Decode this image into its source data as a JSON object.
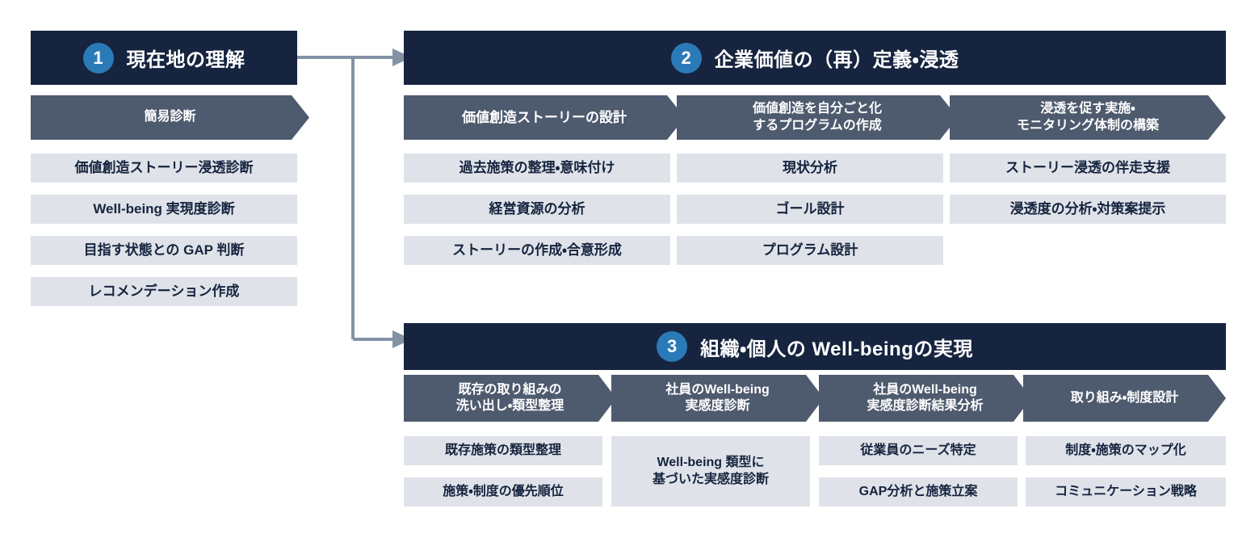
{
  "colors": {
    "header_navy": "#16243f",
    "badge_blue": "#2a7ab8",
    "chevron_slate": "#4e5a6e",
    "chip_light": "#dfe3e9",
    "chip_text": "#16243f",
    "connector_gray": "#8492a6",
    "background": "#ffffff"
  },
  "sections": [
    {
      "number": "1",
      "title": "現在地の理解",
      "columns": [
        {
          "chevron": "簡易診断",
          "items": [
            "価値創造ストーリー浸透診断",
            "Well-being 実現度診断",
            "目指す状態との GAP 判断",
            "レコメンデーション作成"
          ]
        }
      ]
    },
    {
      "number": "2",
      "title": "企業価値の（再）定義・浸透",
      "columns": [
        {
          "chevron": "価値創造ストーリーの設計",
          "items": [
            "過去施策の整理・意味付け",
            "経営資源の分析",
            "ストーリーの作成・合意形成"
          ]
        },
        {
          "chevron": "価値創造を自分ごと化\nするプログラムの作成",
          "chevron_line1": "価値創造を自分ごと化",
          "chevron_line2": "するプログラムの作成",
          "items": [
            "現状分析",
            "ゴール設計",
            "プログラム設計"
          ]
        },
        {
          "chevron": "浸透を促す実施・\nモニタリング体制の構築",
          "chevron_line1": "浸透を促す実施・",
          "chevron_line2": "モニタリング体制の構築",
          "items": [
            "ストーリー浸透の伴走支援",
            "浸透度の分析・対策案提示"
          ]
        }
      ]
    },
    {
      "number": "3",
      "title": "組織・個人の Well-beingの実現",
      "columns": [
        {
          "chevron_line1": "既存の取り組みの",
          "chevron_line2": "洗い出し・類型整理",
          "items": [
            "既存施策の類型整理",
            "施策・制度の優先順位"
          ]
        },
        {
          "chevron_line1": "社員のWell-being",
          "chevron_line2": "実感度診断",
          "items": [
            "Well-being 類型に\n基づいた実感度診断"
          ],
          "merged_item_line1": "Well-being 類型に",
          "merged_item_line2": "基づいた実感度診断"
        },
        {
          "chevron_line1": "社員のWell-being",
          "chevron_line2": "実感度診断結果分析",
          "items": [
            "従業員のニーズ特定",
            "GAP分析と施策立案"
          ]
        },
        {
          "chevron_line1": "取り組み・制度設計",
          "chevron_line2": "",
          "items": [
            "制度・施策のマップ化",
            "コミュニケーション戦略"
          ]
        }
      ]
    }
  ],
  "connectors": {
    "from": "section-1",
    "to": [
      "section-2",
      "section-3"
    ],
    "arrow_icon": "arrow-right-icon"
  }
}
